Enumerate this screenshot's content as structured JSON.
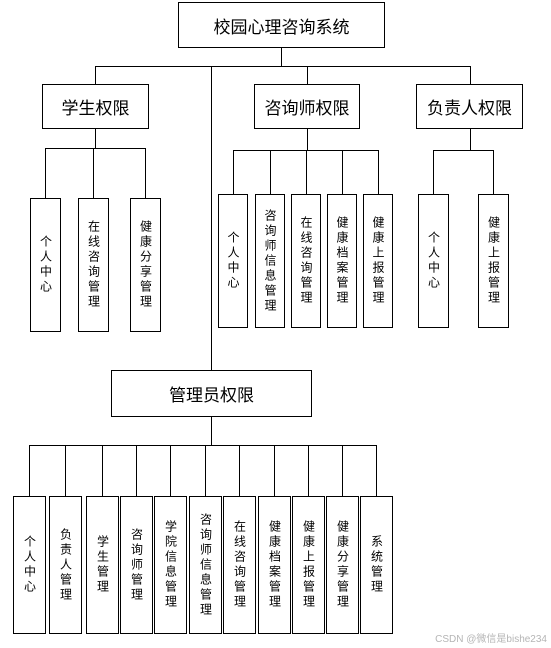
{
  "root": {
    "label": "校园心理咨询系统"
  },
  "groups": [
    {
      "id": "student",
      "label": "学生权限",
      "children": [
        "个人中心",
        "在线咨询管理",
        "健康分享管理"
      ]
    },
    {
      "id": "counselor",
      "label": "咨询师权限",
      "children": [
        "个人中心",
        "咨询师信息管理",
        "在线咨询管理",
        "健康档案管理",
        "健康上报管理"
      ]
    },
    {
      "id": "principal",
      "label": "负责人权限",
      "children": [
        "个人中心",
        "健康上报管理"
      ]
    },
    {
      "id": "admin",
      "label": "管理员权限",
      "children": [
        "个人中心",
        "负责人管理",
        "学生管理",
        "咨询师管理",
        "学院信息管理",
        "咨询师信息管理",
        "在线咨询管理",
        "健康档案管理",
        "健康上报管理",
        "健康分享管理",
        "系统管理"
      ]
    }
  ],
  "watermark": "CSDN @微信是bishe234"
}
